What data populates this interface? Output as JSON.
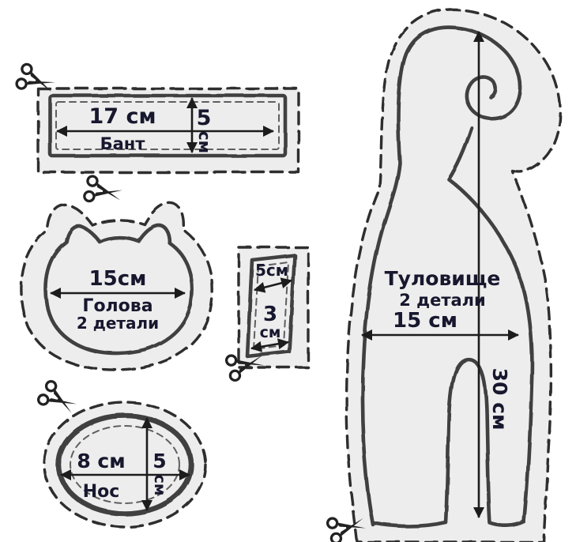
{
  "colors": {
    "piece_fill": "#ededed",
    "cut_line": "#2e2e2e",
    "sew_line": "#3f3f3f",
    "text": "#17172e"
  },
  "pieces": {
    "bow": {
      "label": "Бант",
      "width_label": "17 см",
      "height_num": "5",
      "height_unit": "см"
    },
    "head": {
      "label": "Голова",
      "parts_label": "2 детали",
      "width_label": "15см"
    },
    "strip": {
      "top_label": "5см",
      "bottom_num": "3",
      "bottom_unit": "см"
    },
    "nose": {
      "label": "Нос",
      "width_label": "8 см",
      "height_num": "5",
      "height_unit": "см"
    },
    "body": {
      "label": "Туловище",
      "parts_label": "2 детали",
      "width_label": "15 см",
      "height_label": "30 см"
    }
  }
}
